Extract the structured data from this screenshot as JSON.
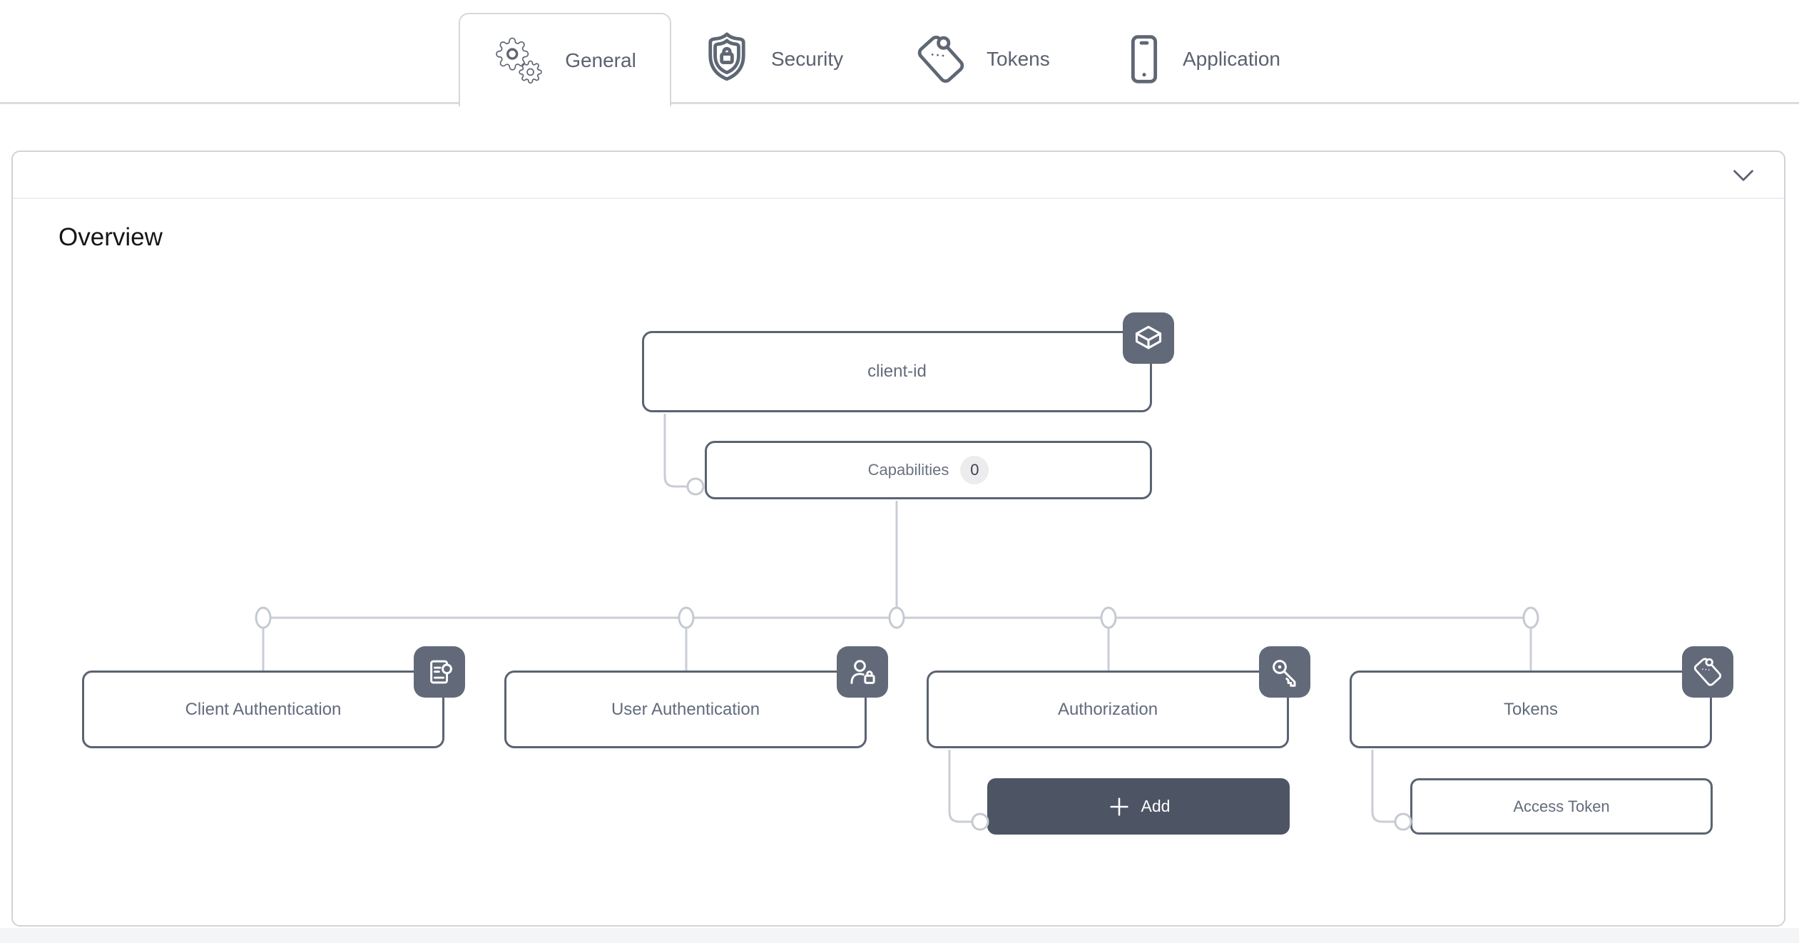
{
  "tabs": [
    {
      "label": "General",
      "icon": "gears-icon",
      "active": true
    },
    {
      "label": "Security",
      "icon": "shield-lock-icon",
      "active": false
    },
    {
      "label": "Tokens",
      "icon": "ticket-icon",
      "active": false
    },
    {
      "label": "Application",
      "icon": "smartphone-icon",
      "active": false
    }
  ],
  "panel": {
    "title": "Overview",
    "collapse_icon": "chevron-down-icon"
  },
  "diagram": {
    "root": {
      "label": "client-id",
      "icon": "cube-icon"
    },
    "capabilities": {
      "label": "Capabilities",
      "count": "0"
    },
    "children": [
      {
        "label": "Client Authentication",
        "icon": "id-card-icon"
      },
      {
        "label": "User Authentication",
        "icon": "user-lock-icon"
      },
      {
        "label": "Authorization",
        "icon": "key-icon"
      },
      {
        "label": "Tokens",
        "icon": "ticket-icon"
      }
    ],
    "add_button": {
      "label": "Add",
      "icon": "plus-icon"
    },
    "access_token": {
      "label": "Access Token"
    }
  },
  "colors": {
    "node_border": "#5b6372",
    "node_text": "#636b7c",
    "badge_bg": "#626a79",
    "add_button_bg": "#4d5565",
    "connector": "#c9cdd5",
    "tab_text": "#5a6170",
    "panel_border": "#cfd4da",
    "count_badge_bg": "#ececee"
  }
}
